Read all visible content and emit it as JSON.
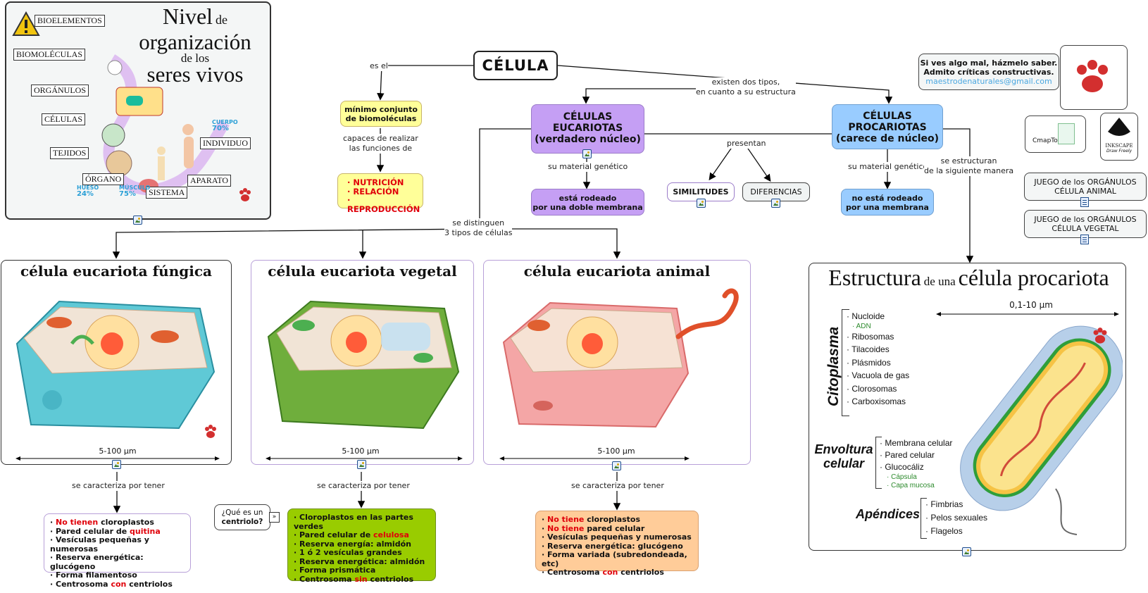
{
  "colors": {
    "eucariota": "#c59ff4",
    "procariota": "#99ccff",
    "yellow_box": "#ffff99",
    "vegetal_box": "#99cc00",
    "animal_box": "#ffcc99",
    "red_text": "#e0000a"
  },
  "main": {
    "title": "CÉLULA"
  },
  "links": {
    "es_el": "es el",
    "existen_1": "existen dos tipos,",
    "existen_2": "en cuanto a su estructura",
    "capaces_1": "capaces de realizar",
    "capaces_2": "las funciones de",
    "material_eu": "su material genético",
    "material_pro": "su material genético",
    "presentan": "presentan",
    "estructuran_1": "se estructuran",
    "estructuran_2": "de la siguiente manera",
    "distinguen_1": "se  distinguen",
    "distinguen_2": "3 tipos de células",
    "caracteriza_1": "se caracteriza por tener",
    "caracteriza_2": "se caracteriza por tener",
    "caracteriza_3": "se caracteriza por tener"
  },
  "nodes": {
    "minimo_1": "mínimo conjunto",
    "minimo_2": "de biomoléculas",
    "func_1": "· NUTRICIÓN",
    "func_2": "· RELACIÓN",
    "func_3": "· REPRODUCCIÓN",
    "euc_1": "CÉLULAS",
    "euc_2": "EUCARIOTAS",
    "euc_3": "(verdadero núcleo)",
    "pro_1": "CÉLULAS",
    "pro_2": "PROCARIOTAS",
    "pro_3": "(carece de núcleo)",
    "doble_1": "está rodeado",
    "doble_2": "por una doble membrana",
    "norodeado_1": "no está rodeado",
    "norodeado_2": "por una membrana",
    "similitudes": "SIMILITUDES",
    "diferencias": "DIFERENCIAS",
    "juego_animal_1": "JUEGO de los ORGÁNULOS",
    "juego_animal_2": "CÉLULA ANIMAL",
    "juego_vegetal_1": "JUEGO de los ORGÁNULOS",
    "juego_vegetal_2": "CÉLULA VEGETAL",
    "centriolo_1": "¿Qué es un",
    "centriolo_2": "centriolo?"
  },
  "feedback": {
    "line1": "Si ves algo mal, házmelo saber.",
    "line2": "Admito críticas constructivas.",
    "email": "maestrodenaturales@gmail.com"
  },
  "logos": {
    "cmaptools": "CmapTools",
    "inkscape": "INKSCAPE",
    "inkscape_sub": "Draw Freely"
  },
  "levels_panel": {
    "title_1": "Nivel",
    "title_de": "de",
    "title_2": "organización",
    "title_3": "de los",
    "title_4": "seres vivos",
    "items": [
      "BIOELEMENTOS",
      "BIOMOLÉCULAS",
      "ORGÁNULOS",
      "CÉLULAS",
      "TEJIDOS",
      "ÓRGANO",
      "SISTEMA",
      "APARATO",
      "INDIVIDUO"
    ],
    "cuerpo": "CUERPO",
    "cuerpo_pct": "70%",
    "hueso": "HUESO",
    "hueso_pct": "24%",
    "musculo": "MÚSCULO",
    "musculo_pct": "75%"
  },
  "fungica": {
    "title": "célula eucariota fúngica",
    "size": "5-100 µm",
    "items": [
      {
        "red": "No tienen",
        "rest": " cloroplastos",
        "pre": ""
      },
      {
        "pre": "Pared celular de ",
        "red": "quitina",
        "rest": ""
      },
      {
        "pre": "Vesículas pequeñas y numerosas",
        "red": "",
        "rest": ""
      },
      {
        "pre": "Reserva energética: glucógeno",
        "red": "",
        "rest": ""
      },
      {
        "pre": "Forma filamentoso",
        "red": "",
        "rest": ""
      },
      {
        "pre": "Centrosoma ",
        "red": "con",
        "rest": " centriolos"
      }
    ]
  },
  "vegetal": {
    "title": "célula eucariota vegetal",
    "size": "5-100 µm",
    "items": [
      {
        "pre": "Cloroplastos en las partes verdes",
        "red": "",
        "rest": ""
      },
      {
        "pre": "Pared celular de ",
        "red": "celulosa",
        "rest": ""
      },
      {
        "pre": "Reserva energía: almidón",
        "red": "",
        "rest": ""
      },
      {
        "pre": "1 ó 2 vesículas grandes",
        "red": "",
        "rest": ""
      },
      {
        "pre": "Reserva energética: almidón",
        "red": "",
        "rest": ""
      },
      {
        "pre": "Forma prismática",
        "red": "",
        "rest": ""
      },
      {
        "pre": "Centrosoma ",
        "red": "sin",
        "rest": " centriolos"
      }
    ]
  },
  "animal": {
    "title": "célula eucariota animal",
    "size": "5-100 µm",
    "items": [
      {
        "red": "No tiene",
        "rest": " cloroplastos",
        "pre": ""
      },
      {
        "red": "No tiene",
        "rest": " pared celular",
        "pre": ""
      },
      {
        "pre": "Vesículas pequeñas y numerosas",
        "red": "",
        "rest": ""
      },
      {
        "pre": "Reserva energética: glucógeno",
        "red": "",
        "rest": ""
      },
      {
        "pre": "Forma variada (subredondeada, etc)",
        "red": "",
        "rest": ""
      },
      {
        "pre": "Centrosoma ",
        "red": "con",
        "rest": " centriolos"
      }
    ]
  },
  "procariota_panel": {
    "title_1": "Estructura",
    "title_2": "de una",
    "title_3": "célula procariota",
    "size": "0,1-10 µm",
    "citoplasma": "Citoplasma",
    "cito_items": [
      "Nucloide",
      "Ribosomas",
      "Tilacoides",
      "Plásmidos",
      "Vacuola de gas",
      "Clorosomas",
      "Carboxisomas"
    ],
    "adn": "· ADN",
    "envoltura_1": "Envoltura",
    "envoltura_2": "celular",
    "env_items": [
      "Membrana celular",
      "Pared celular",
      "Glucocáliz"
    ],
    "capsula": "· Cápsula",
    "capa_mucosa": "· Capa mucosa",
    "apendices": "Apéndices",
    "ap_items": [
      "Fimbrias",
      "Pelos sexuales",
      "Flagelos"
    ]
  }
}
